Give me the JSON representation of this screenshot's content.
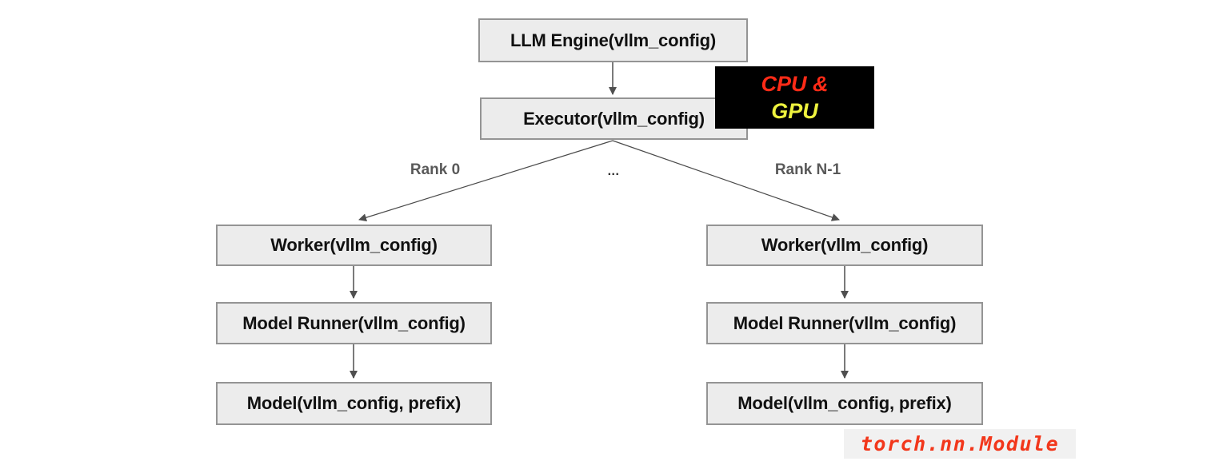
{
  "nodes": {
    "llm_engine": "LLM Engine(vllm_config)",
    "executor": "Executor(vllm_config)",
    "left": {
      "worker": "Worker(vllm_config)",
      "model_runner": "Model Runner(vllm_config)",
      "model": "Model(vllm_config, prefix)"
    },
    "right": {
      "worker": "Worker(vllm_config)",
      "model_runner": "Model Runner(vllm_config)",
      "model": "Model(vllm_config, prefix)"
    }
  },
  "edge_labels": {
    "left": "Rank 0",
    "middle": "...",
    "right": "Rank N-1"
  },
  "device_tag": {
    "line1": "CPU &",
    "line2": "GPU"
  },
  "footnote": "torch.nn.Module",
  "colors": {
    "node_fill": "#ececec",
    "node_border": "#949494",
    "node_text": "#111111",
    "edge_label": "#595959",
    "arrow": "#4f4f4f",
    "tag_bg": "#000000",
    "tag_cpu_text": "#ff2b17",
    "tag_gpu_text": "#eef23e",
    "footnote_text": "#f2371b",
    "footnote_bg": "#f1f1f1"
  }
}
